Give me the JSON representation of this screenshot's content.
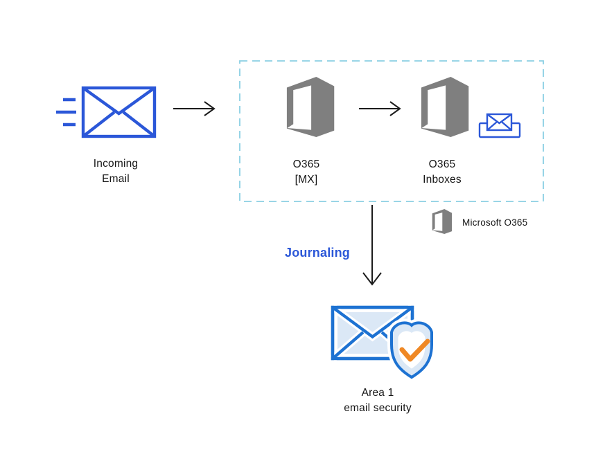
{
  "diagram": {
    "nodes": {
      "incoming_email": {
        "line1": "Incoming",
        "line2": "Email"
      },
      "o365_mx": {
        "line1": "O365",
        "line2": "[MX]"
      },
      "o365_inboxes": {
        "line1": "O365",
        "line2": "Inboxes"
      },
      "area1": {
        "line1": "Area 1",
        "line2": "email security"
      }
    },
    "labels": {
      "journaling": "Journaling",
      "legend": "Microsoft O365"
    },
    "icons": {
      "incoming": "speeding-envelope-icon",
      "o365_logo": "office365-logo-icon",
      "inbox": "inbox-tray-envelope-icon",
      "area1": "envelope-shield-check-icon",
      "flow1": "arrow-right-icon",
      "flow2": "arrow-right-icon",
      "journal_flow": "arrow-down-icon"
    }
  },
  "colors": {
    "royal-blue": "#2b57d8",
    "area-blue": "#1d72d2",
    "area-light": "#dbe8f6",
    "check-orange": "#ef8825",
    "logo-gray": "#7f7f7f",
    "box-dash": "#8bcfe3",
    "arrow-black": "#1b1b1b",
    "text-black": "#151515"
  }
}
